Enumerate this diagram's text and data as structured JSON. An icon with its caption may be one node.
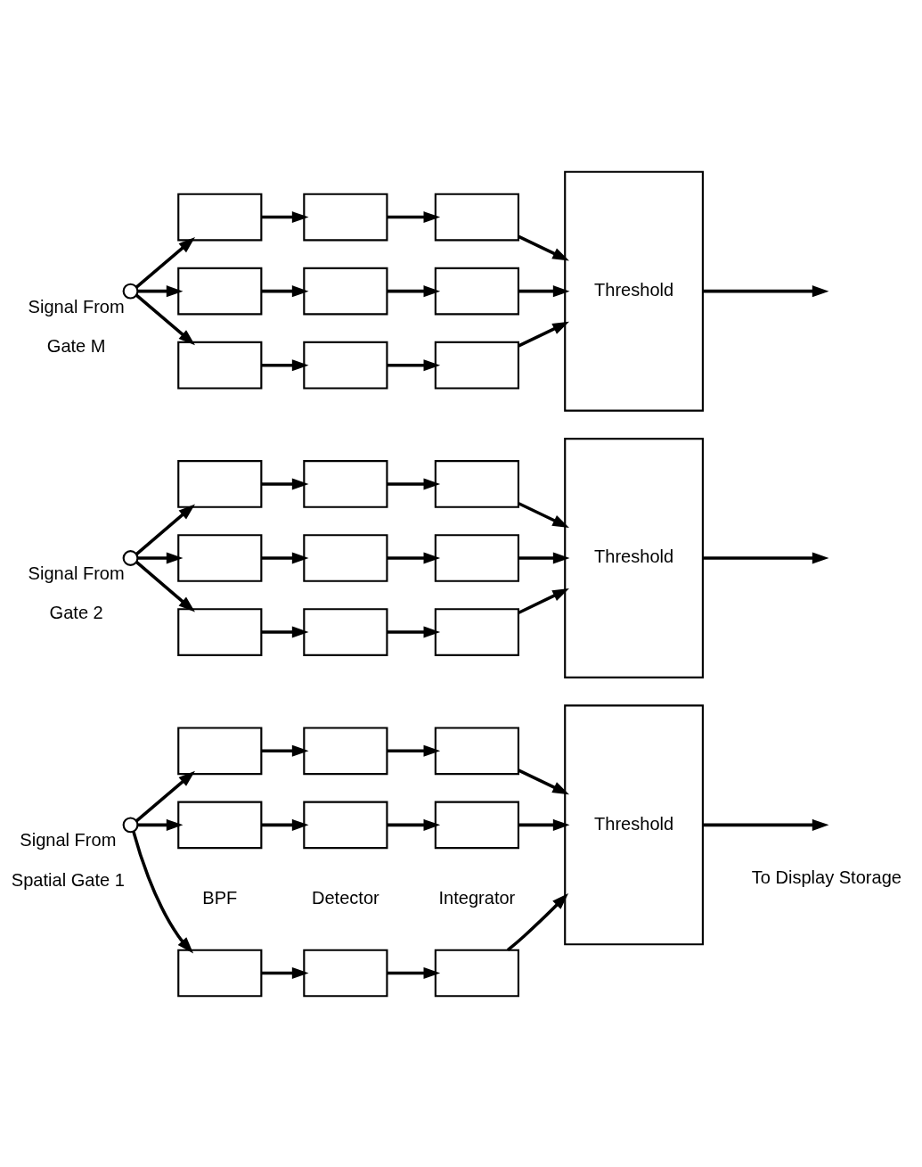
{
  "diagram": {
    "nodes": [
      {
        "text": [],
        "shape": "circle",
        "beside": [
          "Signal From",
          "Spatial Gate 1"
        ]
      },
      {
        "text": [],
        "shape": "box"
      },
      {
        "text": [],
        "shape": "box"
      },
      {
        "text": [],
        "shape": "box"
      },
      {
        "text": [],
        "shape": "box"
      },
      {
        "text": [],
        "shape": "box"
      },
      {
        "text": [],
        "shape": "box"
      },
      {
        "text": [],
        "shape": "box"
      },
      {
        "text": [],
        "shape": "box"
      },
      {
        "text": [],
        "shape": "box"
      },
      {
        "text": [
          "Threshold"
        ]
      },
      {
        "text": [],
        "shape": "circle",
        "beside": [
          "Signal From",
          "Gate 2"
        ]
      },
      {
        "text": [],
        "shape": "box"
      },
      {
        "text": [],
        "shape": "box"
      },
      {
        "text": [],
        "shape": "box"
      },
      {
        "text": [],
        "shape": "box"
      },
      {
        "text": [],
        "shape": "box"
      },
      {
        "text": [],
        "shape": "box"
      },
      {
        "text": [],
        "shape": "box"
      },
      {
        "text": [],
        "shape": "box"
      },
      {
        "text": [],
        "shape": "box"
      },
      {
        "text": [
          "Threshold"
        ]
      },
      {
        "text": [],
        "shape": "circle",
        "beside": [
          "Signal From",
          "Gate M"
        ]
      },
      {
        "text": [],
        "shape": "box"
      },
      {
        "text": [],
        "shape": "box"
      },
      {
        "text": [],
        "shape": "box"
      },
      {
        "text": [],
        "shape": "box"
      },
      {
        "text": [],
        "shape": "box"
      },
      {
        "text": [],
        "shape": "box"
      },
      {
        "text": [],
        "shape": "box"
      },
      {
        "text": [],
        "shape": "box"
      },
      {
        "text": [],
        "shape": "box"
      },
      {
        "text": [
          "Threshold"
        ]
      }
    ],
    "edges": [
      {
        "from": 0,
        "to": 1,
        "arrow": "to"
      },
      {
        "from": 0,
        "to": 4,
        "arrow": "to"
      },
      {
        "from": 0,
        "to": 7,
        "arrow": "to"
      },
      {
        "from": 1,
        "to": 2,
        "arrow": "to"
      },
      {
        "from": 2,
        "to": 3,
        "arrow": "to"
      },
      {
        "from": 3,
        "to": 10,
        "arrow": "to"
      },
      {
        "from": 4,
        "to": 5,
        "arrow": "to"
      },
      {
        "from": 5,
        "to": 6,
        "arrow": "to"
      },
      {
        "from": 6,
        "to": 10,
        "arrow": "to"
      },
      {
        "from": 7,
        "to": 8,
        "arrow": "to"
      },
      {
        "from": 8,
        "to": 9,
        "arrow": "to"
      },
      {
        "from": 9,
        "to": 10,
        "arrow": "to"
      },
      {
        "from": 10,
        "to": null,
        "arrow": "to"
      },
      {
        "from": 11,
        "to": 12,
        "arrow": "to"
      },
      {
        "from": 11,
        "to": 15,
        "arrow": "to"
      },
      {
        "from": 11,
        "to": 18,
        "arrow": "to"
      },
      {
        "from": 12,
        "to": 13,
        "arrow": "to"
      },
      {
        "from": 13,
        "to": 14,
        "arrow": "to"
      },
      {
        "from": 14,
        "to": 21,
        "arrow": "to"
      },
      {
        "from": 15,
        "to": 16,
        "arrow": "to"
      },
      {
        "from": 16,
        "to": 17,
        "arrow": "to"
      },
      {
        "from": 17,
        "to": 21,
        "arrow": "to"
      },
      {
        "from": 18,
        "to": 19,
        "arrow": "to"
      },
      {
        "from": 19,
        "to": 20,
        "arrow": "to"
      },
      {
        "from": 20,
        "to": 21,
        "arrow": "to"
      },
      {
        "from": 21,
        "to": null,
        "arrow": "to"
      },
      {
        "from": 22,
        "to": 23,
        "arrow": "to"
      },
      {
        "from": 22,
        "to": 26,
        "arrow": "to"
      },
      {
        "from": 22,
        "to": 29,
        "arrow": "to"
      },
      {
        "from": 23,
        "to": 24,
        "arrow": "to"
      },
      {
        "from": 24,
        "to": 25,
        "arrow": "to"
      },
      {
        "from": 25,
        "to": 32,
        "arrow": "to"
      },
      {
        "from": 26,
        "to": 27,
        "arrow": "to"
      },
      {
        "from": 27,
        "to": 28,
        "arrow": "to"
      },
      {
        "from": 28,
        "to": 32,
        "arrow": "to"
      },
      {
        "from": 29,
        "to": 30,
        "arrow": "to"
      },
      {
        "from": 30,
        "to": 31,
        "arrow": "to"
      },
      {
        "from": 31,
        "to": 32,
        "arrow": "to"
      },
      {
        "from": 32,
        "to": null,
        "arrow": "to"
      }
    ],
    "labels": [
      "BPF",
      "Detector",
      "Integrator",
      "To Display Storage"
    ]
  }
}
